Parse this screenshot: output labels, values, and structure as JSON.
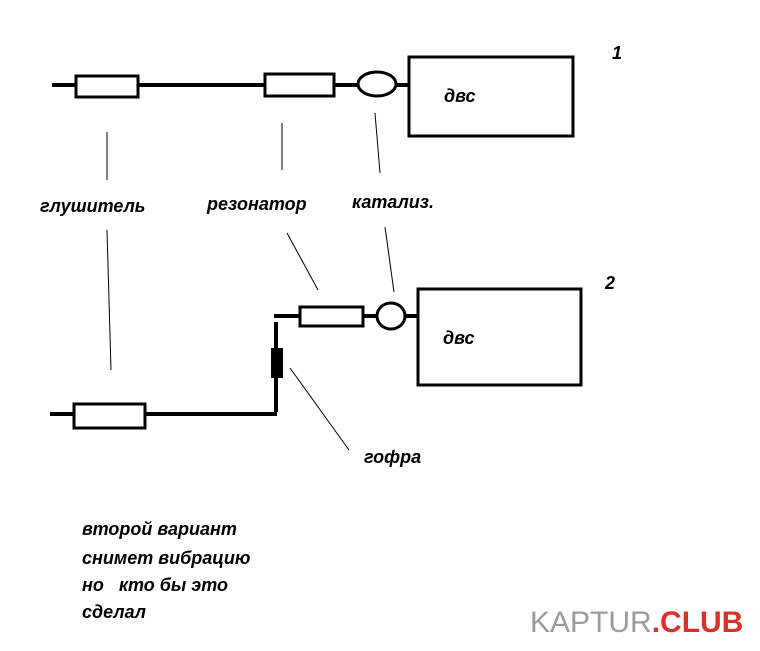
{
  "labels": {
    "muffler": "глушитель",
    "resonator": "резонатор",
    "catalyst": "катализ.",
    "corrugation": "гофра",
    "engine_top": "двс",
    "engine_bottom": "двс",
    "variant_1": "1",
    "variant_2": "2"
  },
  "note": {
    "line1": "второй вариант",
    "line2": "снимет вибрацию",
    "line3": "но   кто бы это",
    "line4": "сделал"
  },
  "watermark": {
    "part1": "KAPTUR",
    "part2": ".CLUB",
    "color_gray": "#9b9b9b",
    "color_red": "#d8312a"
  }
}
